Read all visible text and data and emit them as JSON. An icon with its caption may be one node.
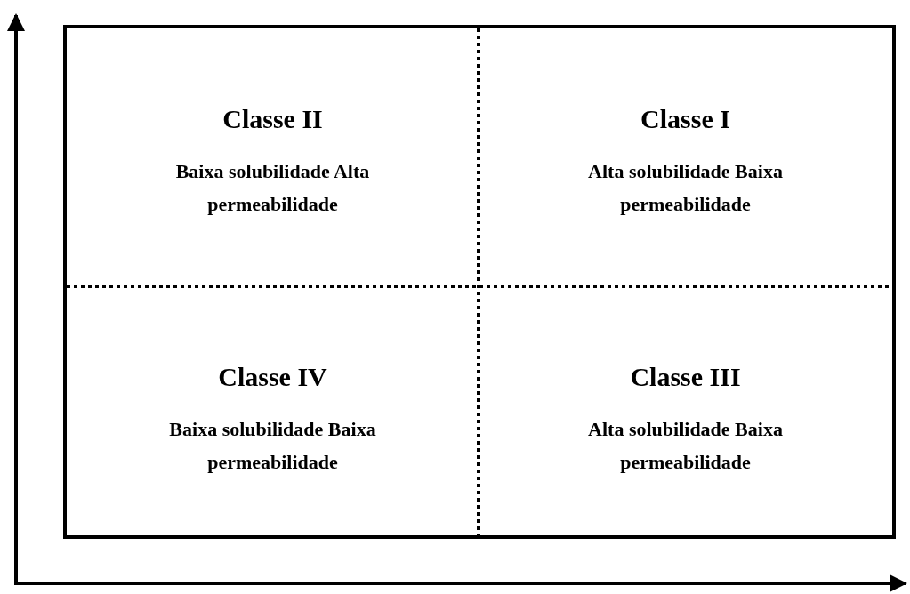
{
  "diagram": {
    "nodes": [
      {
        "text": [],
        "shape": "box"
      },
      {
        "text": [
          "Classe II",
          "Baixa solubilidade Alta permeabilidade"
        ],
        "in": 0
      },
      {
        "text": [
          "Classe I",
          "Alta solubilidade Baixa permeabilidade"
        ],
        "in": 0
      },
      {
        "text": [
          "Classe IV",
          "Baixa solubilidade Baixa permeabilidade"
        ],
        "in": 0
      },
      {
        "text": [
          "Classe III",
          "Alta solubilidade Baixa permeabilidade"
        ],
        "in": 0
      }
    ]
  }
}
